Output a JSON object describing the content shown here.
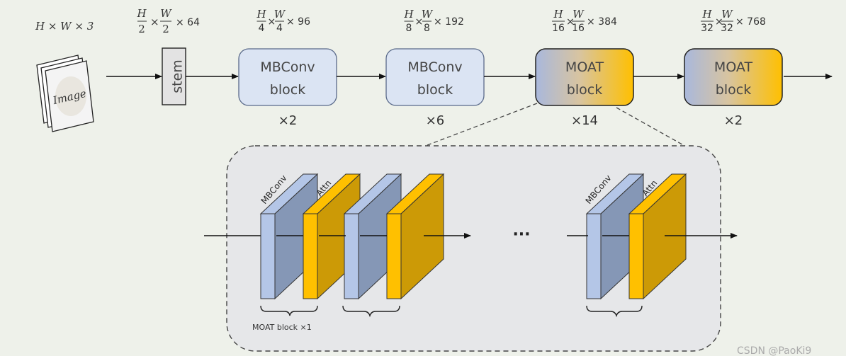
{
  "input": {
    "dims": "H × W × 3",
    "image_text": "Image"
  },
  "stem": {
    "label": "stem",
    "dims_frac_top": "H",
    "dims_frac_bottom": "2",
    "dims_frac2_top": "W",
    "dims_frac2_bottom": "2",
    "dims_channels": "× 64"
  },
  "stages": [
    {
      "line1": "MBConv",
      "line2": "block",
      "repeat": "×2",
      "h": "H",
      "hd": "4",
      "w": "W",
      "wd": "4",
      "c": "× 96"
    },
    {
      "line1": "MBConv",
      "line2": "block",
      "repeat": "×6",
      "h": "H",
      "hd": "8",
      "w": "W",
      "wd": "8",
      "c": "× 192"
    },
    {
      "line1": "MOAT",
      "line2": "block",
      "repeat": "×14",
      "h": "H",
      "hd": "16",
      "w": "W",
      "wd": "16",
      "c": "× 384"
    },
    {
      "line1": "MOAT",
      "line2": "block",
      "repeat": "×2",
      "h": "H",
      "hd": "32",
      "w": "W",
      "wd": "32",
      "c": "× 768"
    }
  ],
  "detail": {
    "mbconv_tag": "MBConv",
    "attn_tag": "Attn",
    "ellipsis": "···",
    "brace_caption": "MOAT block ×1"
  },
  "colors": {
    "mbconv_fill": "#dbe4f3",
    "mbconv_stroke": "#5a6a8a",
    "moat_gradient_start": "#a9b8dc",
    "moat_gradient_end": "#ffc000",
    "layer_blue_front": "#b4c6e7",
    "layer_blue_side": "#8597b6",
    "layer_gold_front": "#ffc000",
    "layer_gold_side": "#cc9a06",
    "background": "#eef1ea",
    "panel": "#e6e7e9"
  },
  "watermark": "CSDN @PaoKi9"
}
